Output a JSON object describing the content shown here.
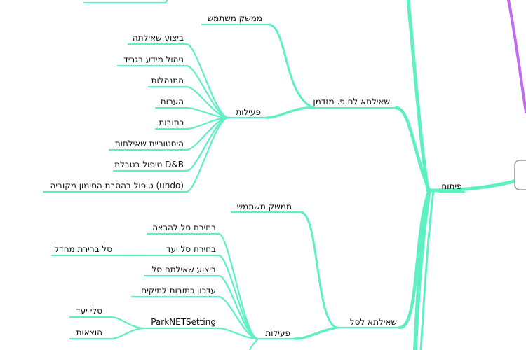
{
  "diagram": {
    "type": "mind-map",
    "colors": {
      "branch": "#5ef0c3",
      "accent_branch": "#c26bf0",
      "text": "#111111",
      "root_border": "#999999"
    },
    "nodes": {
      "root": "פיתוח",
      "q1": "שאילתא לח.פ. מזדמן",
      "q1_ui": "ממשק משתמש",
      "q1_ops": "פעילות",
      "q1_ops_items": [
        "ביצוע שאילתה",
        "ניהול מידע בגריד",
        "התנהלות",
        "הערות",
        "כתובות",
        "היסטוריית שאילתות",
        "טיפול בטבלת D&B",
        "טיפול בהסרת הסימון מקוביה (undo)"
      ],
      "q2": "שאילתא לסל",
      "q2_ui": "ממשק משתמש",
      "q2_ops": "פעילות",
      "q2_ops_items": [
        "בחירת סל להרצה",
        "בחירת סל יעד",
        "ביצוע שאילתה סל",
        "עדכון כתובות לתיקים",
        "ParkNETSetting"
      ],
      "q2_target_child": "סל ברירת מחדל",
      "q2_park_children": [
        "סלי יעד",
        "הוצאות"
      ]
    }
  }
}
